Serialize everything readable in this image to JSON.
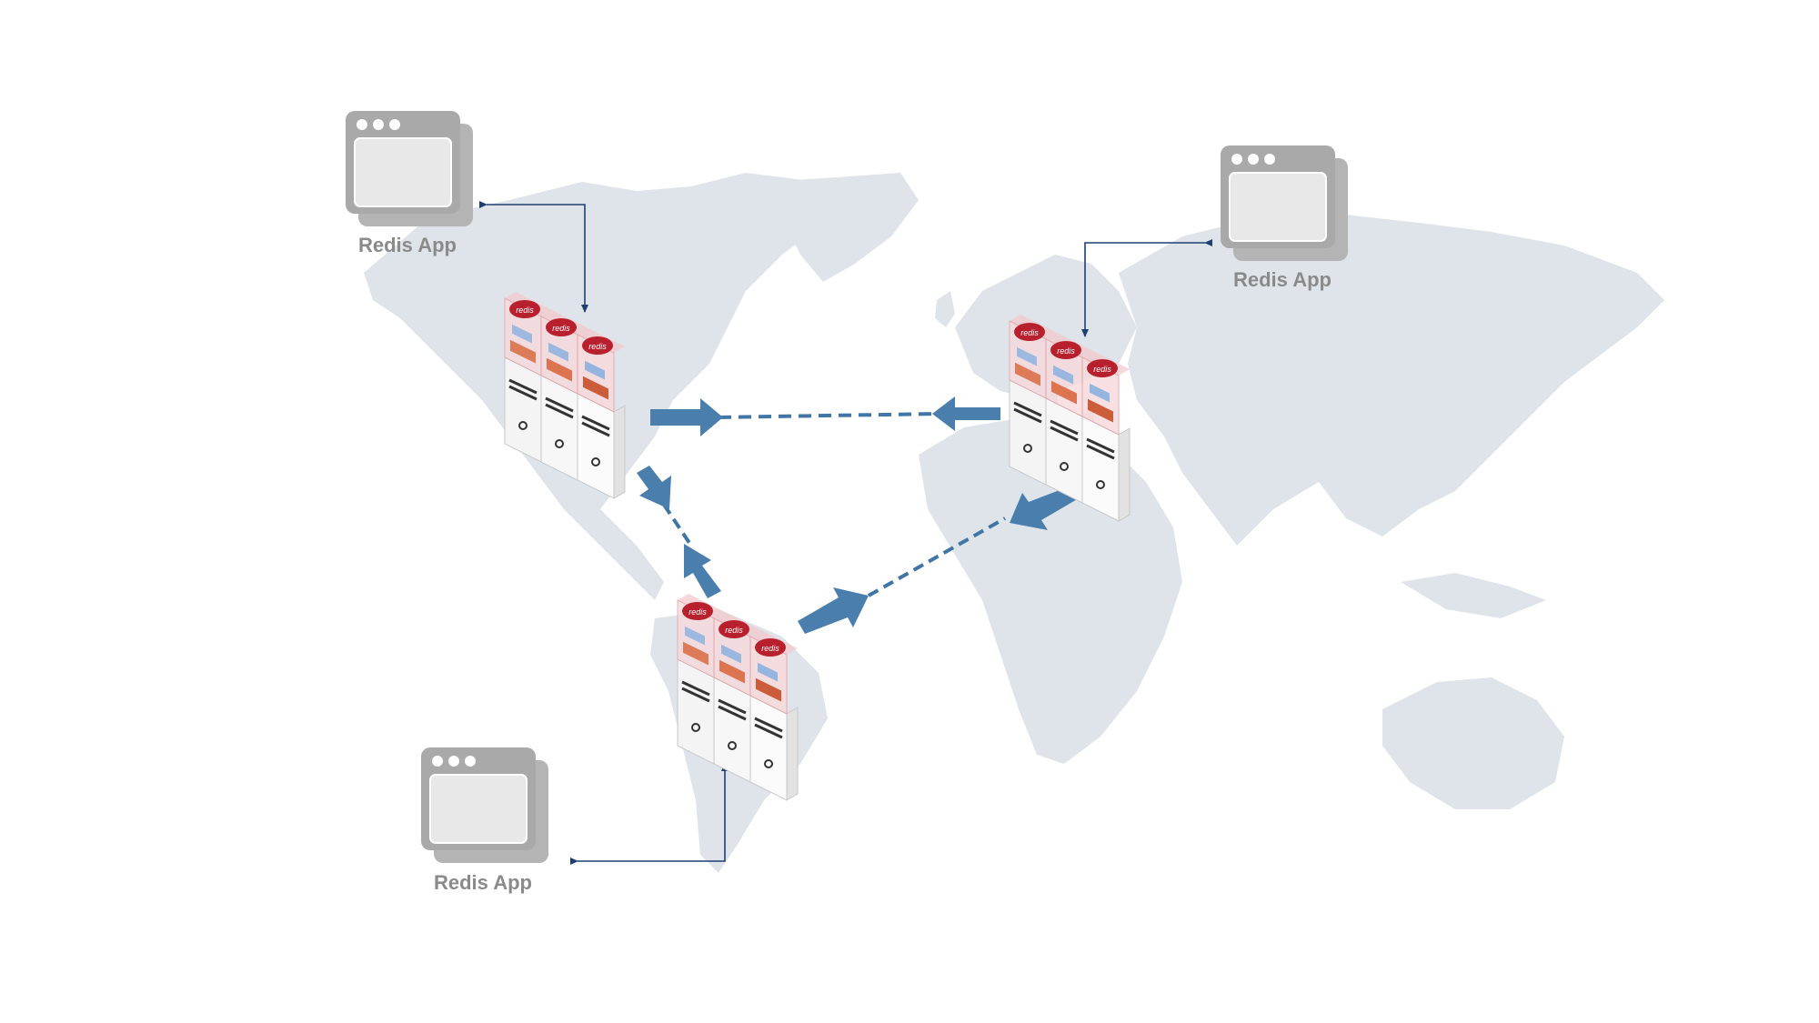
{
  "colors": {
    "background": "#ffffff",
    "map_land": "#dfe4ea",
    "link_arrow": "#4a7fad",
    "link_dash": "#3f76a6",
    "connector": "#1f3f73",
    "app_window": "#a9a9a9",
    "app_inner": "#e8e8e8",
    "app_label": "#8a8a8a",
    "redis_red": "#b8202e",
    "brick_orange": "#d9683f",
    "module_blue": "#8fb3df",
    "server_face": "#fbfbfb"
  },
  "icons": {
    "app": "app-window-icon",
    "cluster": "redis-server-cluster-icon",
    "logo": "redis-logo-icon"
  },
  "apps": [
    {
      "id": "app-north-america",
      "label": "Redis App"
    },
    {
      "id": "app-europe",
      "label": "Redis App"
    },
    {
      "id": "app-south-america",
      "label": "Redis App"
    }
  ],
  "clusters": [
    {
      "id": "cluster-north-america",
      "logo_text": "redis"
    },
    {
      "id": "cluster-europe",
      "logo_text": "redis"
    },
    {
      "id": "cluster-south-america",
      "logo_text": "redis"
    }
  ],
  "links": [
    {
      "id": "link-na-eu",
      "from": "cluster-north-america",
      "to": "cluster-europe",
      "style": "dashed",
      "bidirectional": true
    },
    {
      "id": "link-na-sa",
      "from": "cluster-north-america",
      "to": "cluster-south-america",
      "style": "dashed",
      "bidirectional": true
    },
    {
      "id": "link-eu-sa",
      "from": "cluster-europe",
      "to": "cluster-south-america",
      "style": "dashed",
      "bidirectional": true
    }
  ],
  "connections": [
    {
      "id": "conn-na",
      "from": "app-north-america",
      "to": "cluster-north-america",
      "bidirectional": true
    },
    {
      "id": "conn-eu",
      "from": "app-europe",
      "to": "cluster-europe",
      "bidirectional": true
    },
    {
      "id": "conn-sa",
      "from": "app-south-america",
      "to": "cluster-south-america",
      "bidirectional": true
    }
  ]
}
